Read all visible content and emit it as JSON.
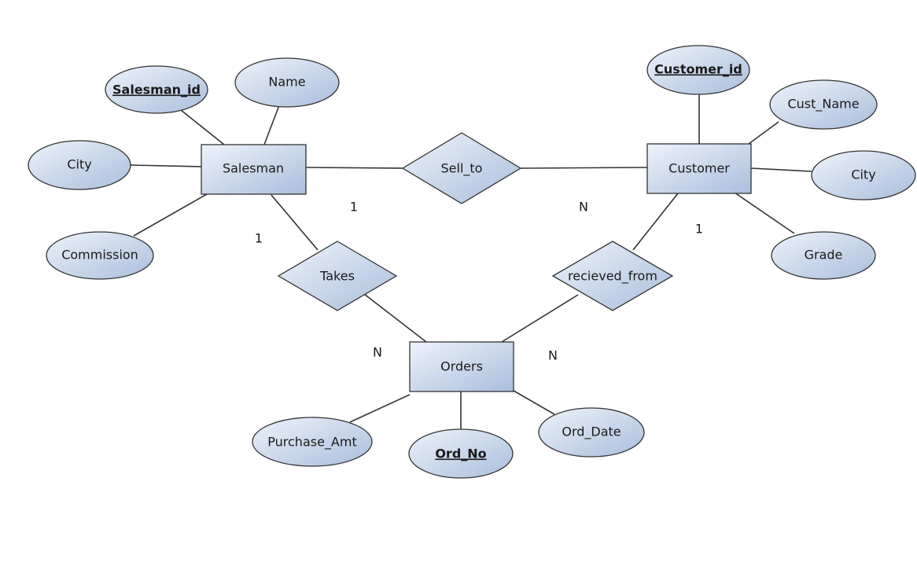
{
  "diagram": {
    "entities": {
      "salesman": "Salesman",
      "customer": "Customer",
      "orders": "Orders"
    },
    "relationships": {
      "sell_to": "Sell_to",
      "takes": "Takes",
      "recieved_from": "recieved_from"
    },
    "attributes": {
      "salesman_id": "Salesman_id",
      "salesman_name": "Name",
      "salesman_city": "City",
      "commission": "Commission",
      "customer_id": "Customer_id",
      "cust_name": "Cust_Name",
      "customer_city": "City",
      "grade": "Grade",
      "purchase_amt": "Purchase_Amt",
      "ord_no": "Ord_No",
      "ord_date": "Ord_Date"
    },
    "cardinalities": {
      "sell_to_salesman": "1",
      "sell_to_customer": "N",
      "takes_salesman": "1",
      "takes_orders": "N",
      "recieved_from_customer": "1",
      "recieved_from_orders": "N"
    }
  },
  "colors": {
    "shape_fill_light": "#eef3fb",
    "shape_fill_dark": "#a9bedc",
    "stroke": "#333333",
    "text": "#1a1a1a"
  }
}
